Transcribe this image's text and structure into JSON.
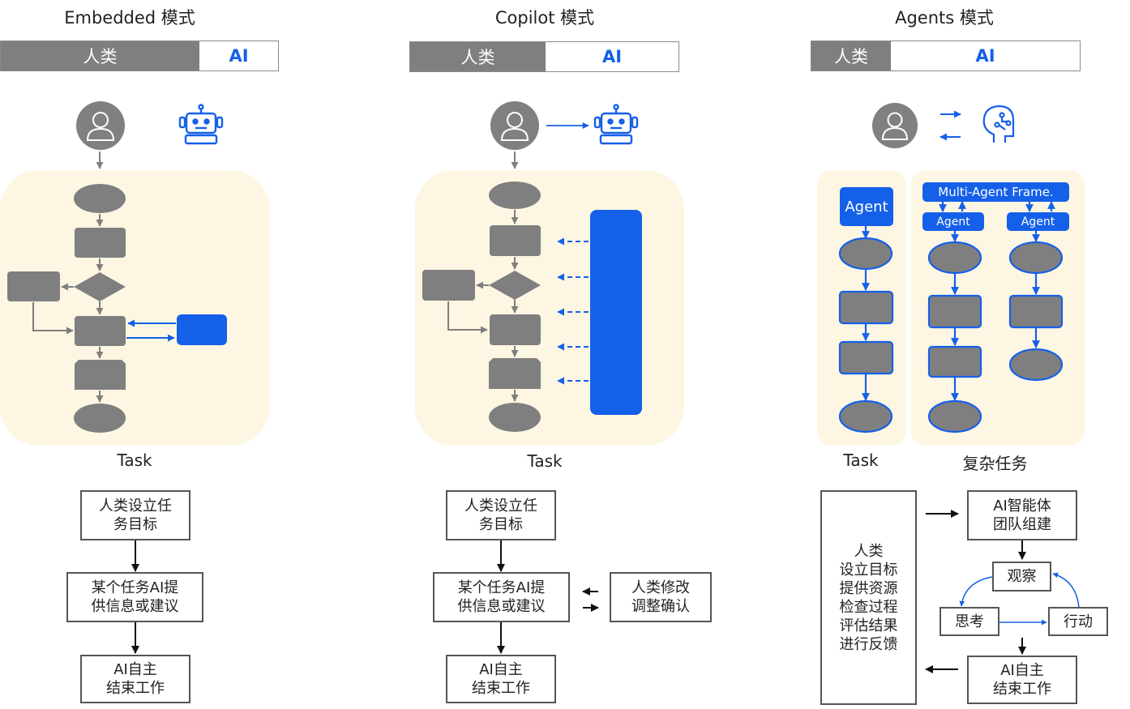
{
  "columns": {
    "embedded": {
      "title": "Embedded 模式",
      "human_label": "人类",
      "ai_label": "AI",
      "task_label": "Task",
      "steps": [
        "人类设立任\n务目标",
        "某个任务AI提\n供信息或建议",
        "AI自主\n结束工作"
      ]
    },
    "copilot": {
      "title": "Copilot 模式",
      "human_label": "人类",
      "ai_label": "AI",
      "task_label": "Task",
      "steps": [
        "人类设立任\n务目标",
        "某个任务AI提\n供信息或建议",
        "AI自主\n结束工作"
      ],
      "side_box": "人类修改\n调整确认"
    },
    "agents": {
      "title": "Agents 模式",
      "human_label": "人类",
      "ai_label": "AI",
      "task_label": "Task",
      "complex_label": "复杂任务",
      "agent_label": "Agent",
      "frame_label": "Multi-Agent Frame.",
      "sub_agent_labels": [
        "Agent",
        "Agent"
      ],
      "human_box": "人类\n设立目标\n提供资源\n检查过程\n评估结果\n进行反馈",
      "team_box": "AI智能体\n团队组建",
      "loop": [
        "观察",
        "思考",
        "行动"
      ],
      "end_box": "AI自主\n结束工作"
    }
  },
  "colors": {
    "accent": "#1560e8",
    "gray_fill": "#7f7f7f",
    "panel": "#fdf6e3"
  },
  "icons": [
    "person-icon",
    "robot-icon",
    "ai-brain-icon"
  ]
}
